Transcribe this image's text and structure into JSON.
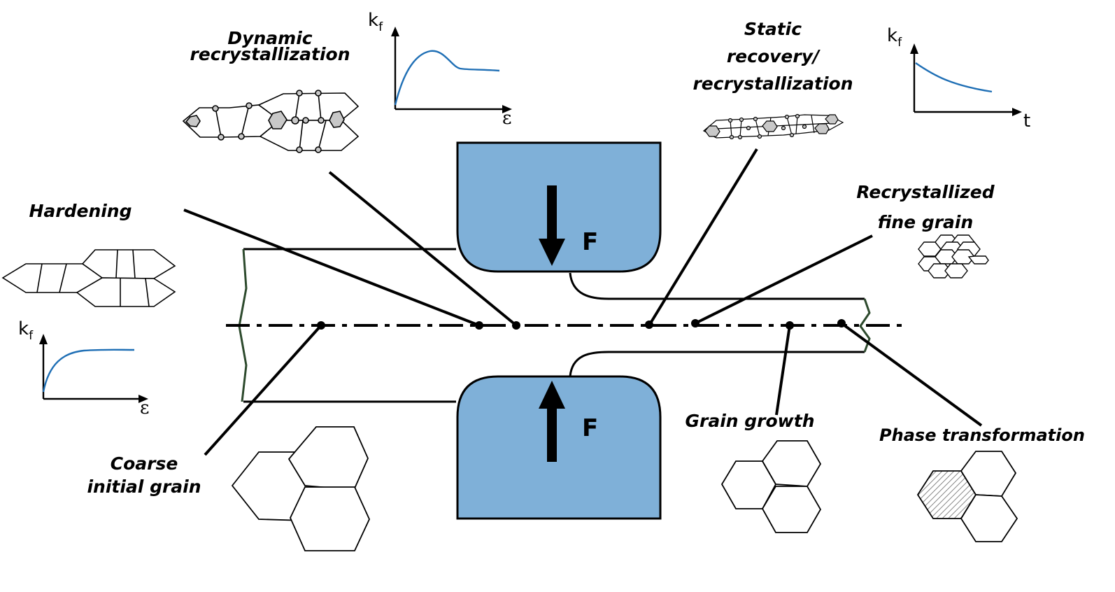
{
  "labels": {
    "dynamic_recrystallization": [
      "Dynamic",
      "recrystallization"
    ],
    "static_recovery": [
      "Static",
      "recovery/",
      "recrystallization"
    ],
    "recrystallized_fine_grain": [
      "Recrystallized",
      "fine grain"
    ],
    "hardening": "Hardening",
    "coarse_initial_grain": [
      "Coarse",
      "initial grain"
    ],
    "grain_growth": "Grain growth",
    "phase_transformation": "Phase transformation"
  },
  "force_label": "F",
  "axes": {
    "y_symbol": "k",
    "y_subscript": "f",
    "strain_symbol": "ε",
    "time_symbol": "t"
  },
  "colors": {
    "roll": "#7fb0d8",
    "curve": "#1f6fb5",
    "grain_fill": "#c8c8c8",
    "line": "#000000"
  }
}
